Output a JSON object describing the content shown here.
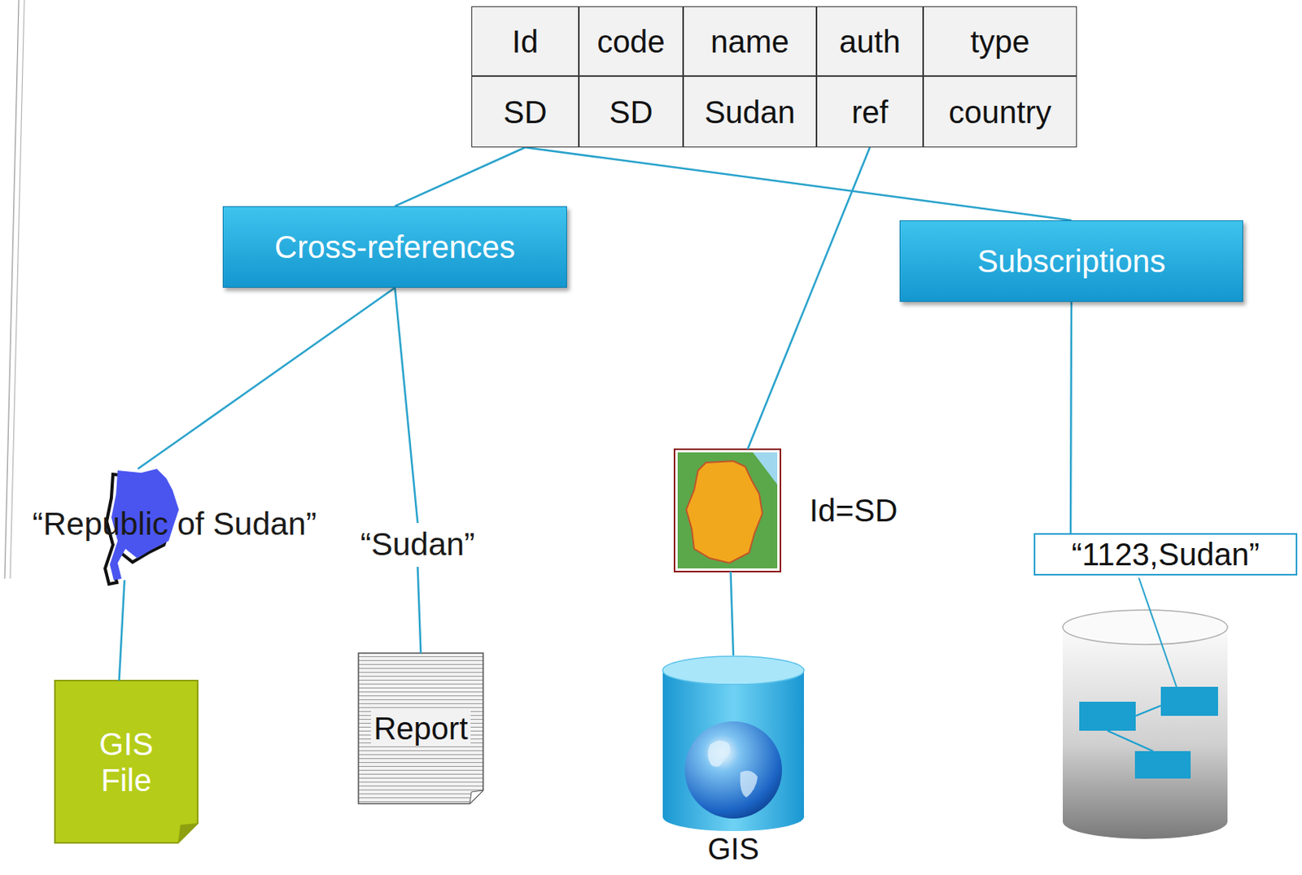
{
  "diagram": {
    "nodes": [
      {
        "text": [
          "Id"
        ]
      },
      {
        "text": [
          "code"
        ]
      },
      {
        "text": [
          "name"
        ]
      },
      {
        "text": [
          "auth"
        ]
      },
      {
        "text": [
          "type"
        ]
      },
      {
        "text": [
          "SD"
        ]
      },
      {
        "text": [
          "SD"
        ]
      },
      {
        "text": [
          "Sudan"
        ]
      },
      {
        "text": [
          "ref"
        ]
      },
      {
        "text": [
          "country"
        ]
      },
      {
        "text": [
          "Cross-references"
        ]
      },
      {
        "text": [
          "Subscriptions"
        ]
      },
      {
        "text": [
          "“Republic of Sudan”"
        ]
      },
      {
        "text": [
          "“Sudan”"
        ]
      },
      {
        "text": [
          "Id=SD"
        ]
      },
      {
        "text": [
          "“1123,Sudan”"
        ]
      },
      {
        "text": [
          "GIS File"
        ]
      },
      {
        "text": [
          "Report"
        ]
      },
      {
        "text": [
          "GIS"
        ]
      }
    ],
    "edges": [
      {
        "from": 5,
        "to": 10,
        "arrow": "none"
      },
      {
        "from": 5,
        "to": 11,
        "arrow": "none"
      },
      {
        "from": 8,
        "to": 14,
        "arrow": "none"
      },
      {
        "from": 10,
        "to": 12,
        "arrow": "none"
      },
      {
        "from": 10,
        "to": 13,
        "arrow": "none"
      },
      {
        "from": 12,
        "to": 16,
        "arrow": "none"
      },
      {
        "from": 13,
        "to": 17,
        "arrow": "none"
      },
      {
        "from": 14,
        "to": 18,
        "arrow": "none"
      },
      {
        "from": 11,
        "to": 15,
        "arrow": "none"
      }
    ]
  }
}
